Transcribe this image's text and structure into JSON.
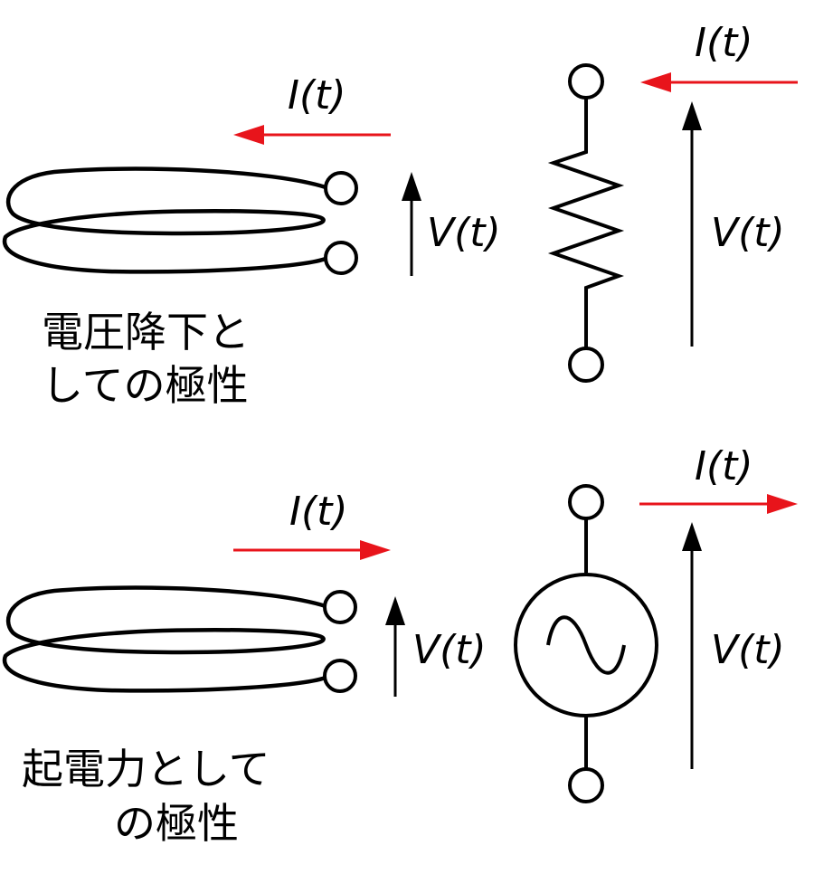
{
  "panels": {
    "inductor_drop": {
      "current_label": "I(t)",
      "voltage_label": "V(t)",
      "caption_line1": "電圧降下と",
      "caption_line2": "しての極性"
    },
    "resistor": {
      "current_label": "I(t)",
      "voltage_label": "V(t)"
    },
    "inductor_emf": {
      "current_label": "I(t)",
      "voltage_label": "V(t)",
      "caption_line1": "起電力として",
      "caption_line2": "の極性"
    },
    "ac_source": {
      "current_label": "I(t)",
      "voltage_label": "V(t)"
    }
  },
  "colors": {
    "current_arrow": "#e8141b",
    "wire": "#000000"
  },
  "icons": [
    "coil-icon",
    "resistor-icon",
    "ac-source-icon"
  ]
}
